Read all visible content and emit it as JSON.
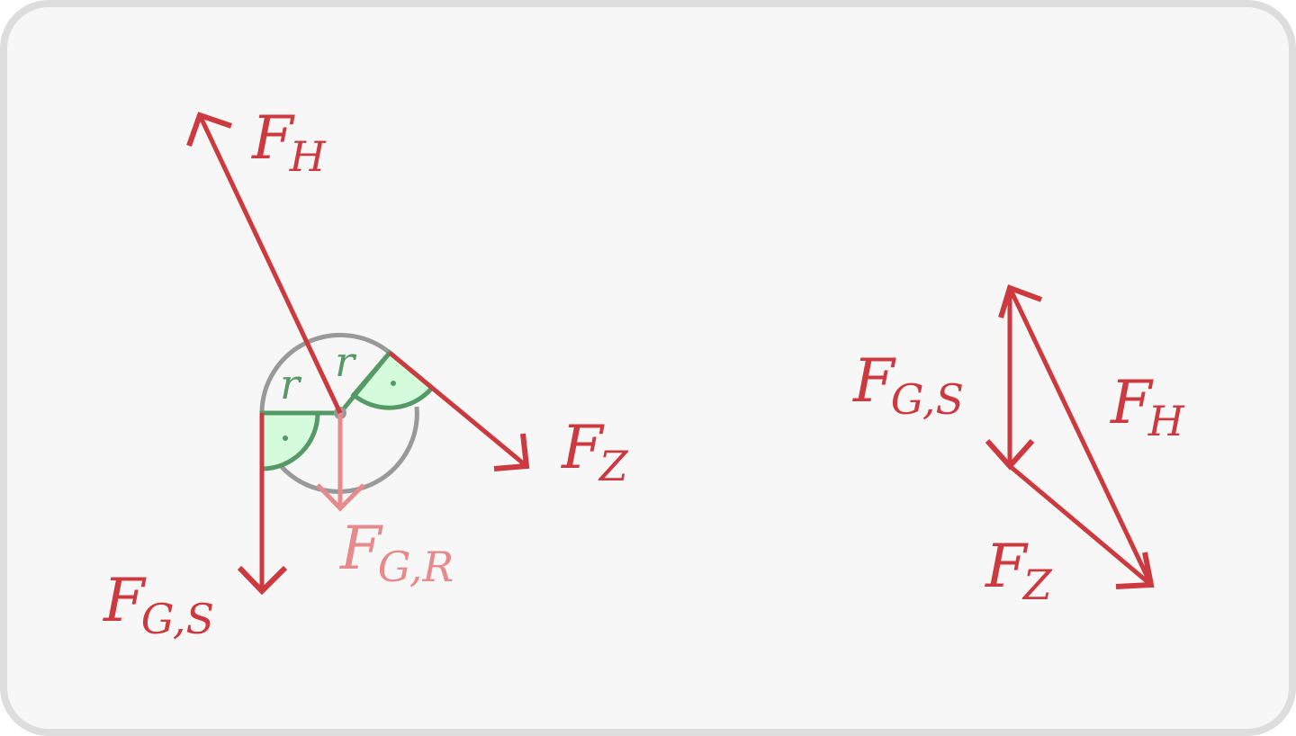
{
  "colors": {
    "background": "#f7f7f7",
    "frame_border": "#dddddd",
    "force": "#cc3a40",
    "force_light": "#e68a8c",
    "angle_stroke": "#559966",
    "angle_fill": "#d4fcdc",
    "pulley": "#999999"
  },
  "left_diagram": {
    "labels": {
      "fh": {
        "main": "F",
        "sub": "H"
      },
      "fz": {
        "main": "F",
        "sub": "Z"
      },
      "fgs": {
        "main": "F",
        "sub": "G,S"
      },
      "fgr": {
        "main": "F",
        "sub": "G,R"
      },
      "radius_left": "r",
      "radius_top": "r"
    }
  },
  "right_diagram": {
    "labels": {
      "fgs": {
        "main": "F",
        "sub": "G,S"
      },
      "fh": {
        "main": "F",
        "sub": "H"
      },
      "fz": {
        "main": "F",
        "sub": "Z"
      }
    }
  }
}
